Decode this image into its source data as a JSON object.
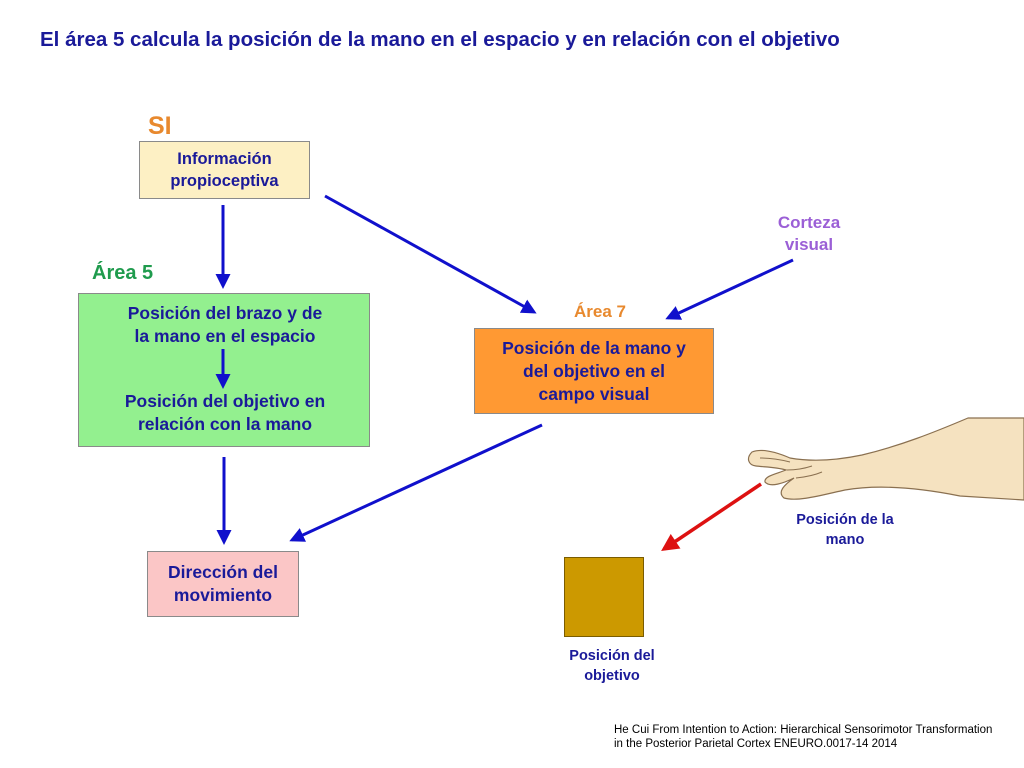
{
  "title": "El área 5 calcula la posición de la mano en el espacio y en relación con el objetivo",
  "labels": {
    "si": "SI",
    "area5": "Área 5",
    "area7": "Área 7",
    "corteza": "Corteza\nvisual",
    "pos_mano": "Posición de la\nmano",
    "pos_objetivo": "Posición del\nobjetivo"
  },
  "boxes": {
    "info": "Información\npropioceptiva",
    "area5_top": "Posición del brazo y de\nla mano en el espacio",
    "area5_bottom": "Posición del objetivo en\nrelación con la mano",
    "area7": "Posición de la mano y\ndel objetivo en el\ncampo visual",
    "direccion": "Dirección del\nmovimiento"
  },
  "credit": "He Cui From Intention to Action: Hierarchical Sensorimotor Transformation\nin the Posterior Parietal Cortex  ENEURO.0017-14 2014",
  "colors": {
    "text_blue": "#1a1a99",
    "arrow_blue": "#1010cc",
    "arrow_red": "#dd1111",
    "orange_label": "#e8892e",
    "green_label": "#1f9b4d",
    "purple_label": "#9b5fd6",
    "box_info": "#fdf0c4",
    "box_area5": "#93f08f",
    "box_area7": "#ff9933",
    "box_direccion": "#fbc6c6",
    "target_square": "#cc9900",
    "skin": "#f5e2c0"
  }
}
